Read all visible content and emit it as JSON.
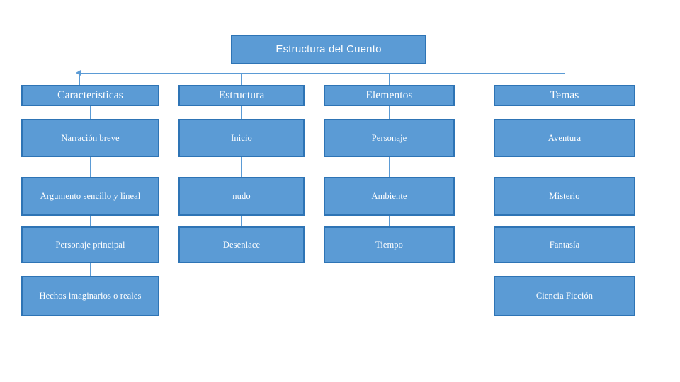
{
  "diagram": {
    "type": "organizational-tree",
    "title_node": {
      "label": "Estructura del Cuento"
    },
    "colors": {
      "node_fill": "#5B9BD5",
      "node_border": "#2E74B5",
      "node_text": "#FFFFFF",
      "connector": "#5B9BD5",
      "background": "#FFFFFF"
    },
    "columns": [
      {
        "header": "Características",
        "items": [
          "Narración breve",
          "Argumento sencillo y lineal",
          "Personaje principal",
          "Hechos imaginarios o reales"
        ]
      },
      {
        "header": "Estructura",
        "items": [
          "Inicio",
          "nudo",
          "Desenlace"
        ]
      },
      {
        "header": "Elementos",
        "items": [
          "Personaje",
          "Ambiente",
          "Tiempo"
        ]
      },
      {
        "header": "Temas",
        "items": [
          "Aventura",
          "Misterio",
          "Fantasía",
          "Ciencia Ficción"
        ]
      }
    ]
  }
}
